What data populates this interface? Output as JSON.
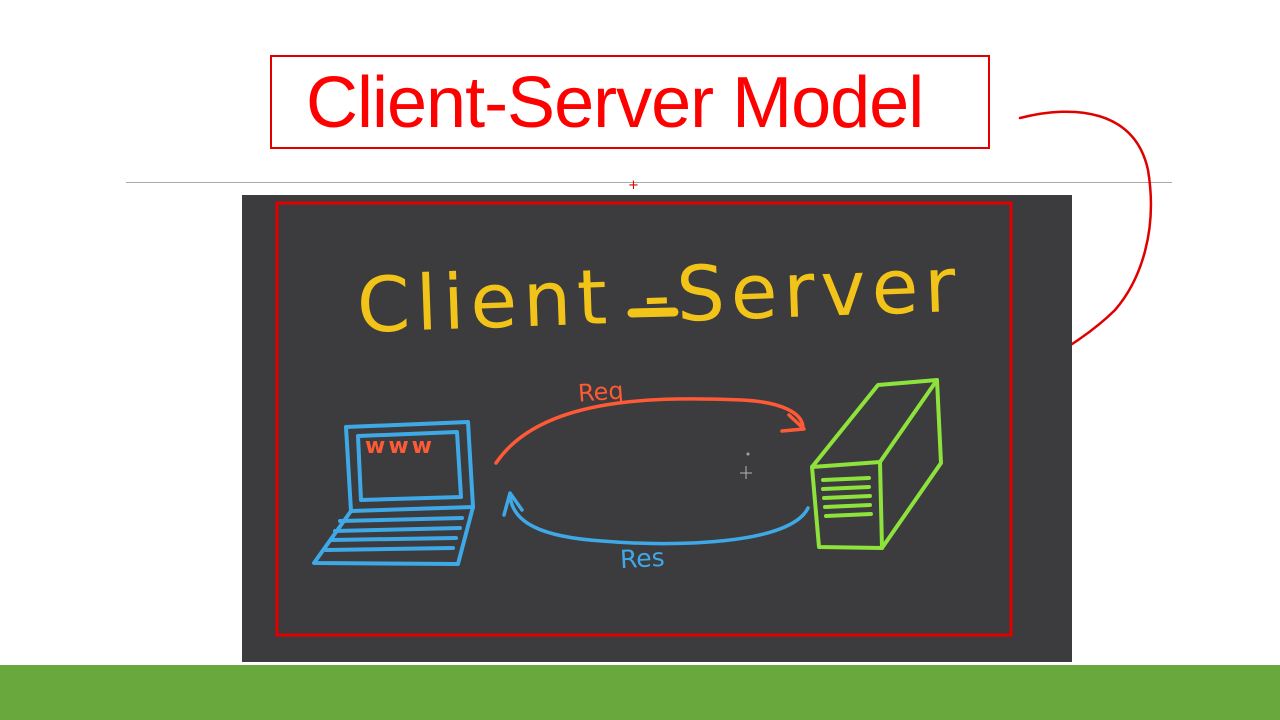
{
  "slide": {
    "title": "Client-Server Model",
    "title_color": "#ff0000",
    "accent_color": "#69a83c"
  },
  "board": {
    "background_color": "#3c3b3d",
    "heading": "Client -Server",
    "heading_color": "#f2c319",
    "frame_color": "#e00000",
    "client": {
      "icon": "laptop-icon",
      "screen_text": "www",
      "color": "#3fa9e8"
    },
    "server": {
      "icon": "server-icon",
      "color": "#8de33b"
    },
    "request": {
      "label": "Req",
      "color": "#ff5a36"
    },
    "response": {
      "label": "Res",
      "color": "#3fa9e8"
    }
  }
}
